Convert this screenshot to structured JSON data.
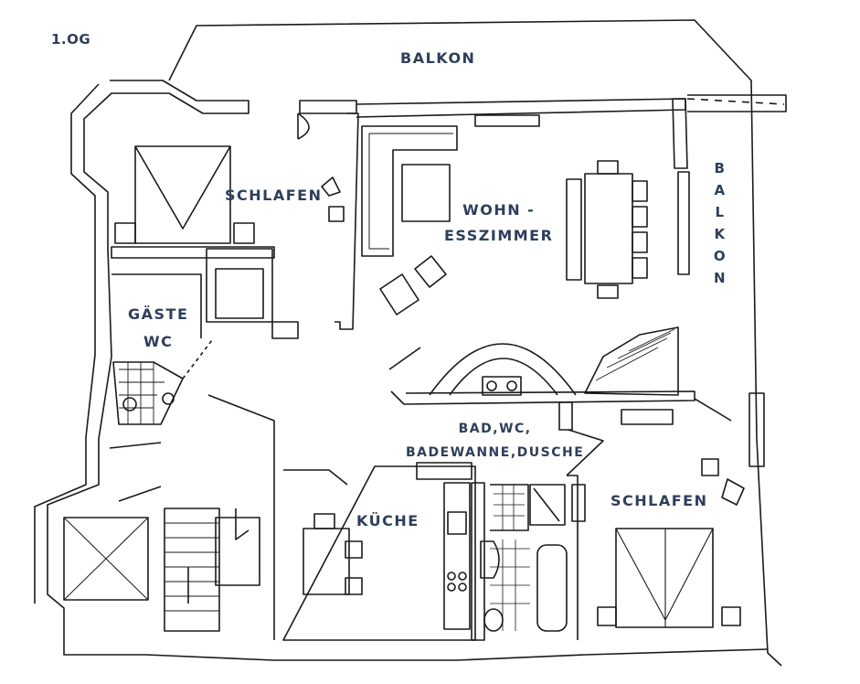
{
  "floor_label": "1.OG",
  "rooms": {
    "balkon_top": "BALKON",
    "balkon_right": [
      "B",
      "A",
      "L",
      "K",
      "O",
      "N"
    ],
    "schlafen_1": "SCHLAFEN",
    "wohn_line1": "WOHN -",
    "wohn_line2": "ESSZIMMER",
    "gaeste_line1": "GÄSTE",
    "gaeste_line2": "WC",
    "bad_line1": "BAD,WC,",
    "bad_line2": "BADEWANNE,DUSCHE",
    "kueche": "KÜCHE",
    "schlafen_2": "SCHLAFEN"
  },
  "colors": {
    "ink": "#1a1a1a",
    "label": "#2d3f5c",
    "background": "#ffffff"
  }
}
